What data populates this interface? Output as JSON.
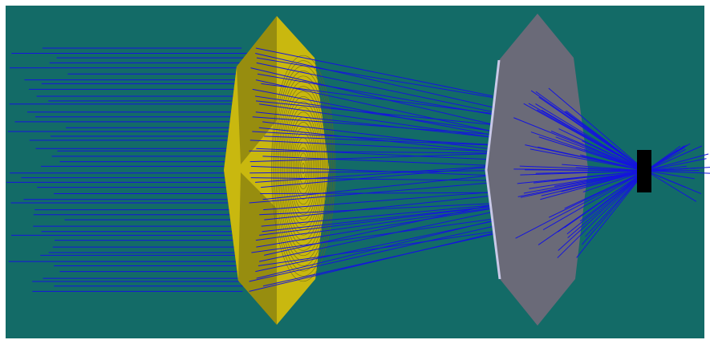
{
  "scene": {
    "background_color": "#136b67",
    "frame_color": "#ffffff",
    "ray_color": "#1515dd",
    "objects": [
      {
        "kind": "fresnel-lens",
        "color": "#c9b80f",
        "dark_color": "#6e6a10"
      },
      {
        "kind": "mirror-plate",
        "color": "#6a6a78",
        "edge_color": "#c9c9e8"
      },
      {
        "kind": "detector",
        "color": "#000000"
      }
    ]
  }
}
